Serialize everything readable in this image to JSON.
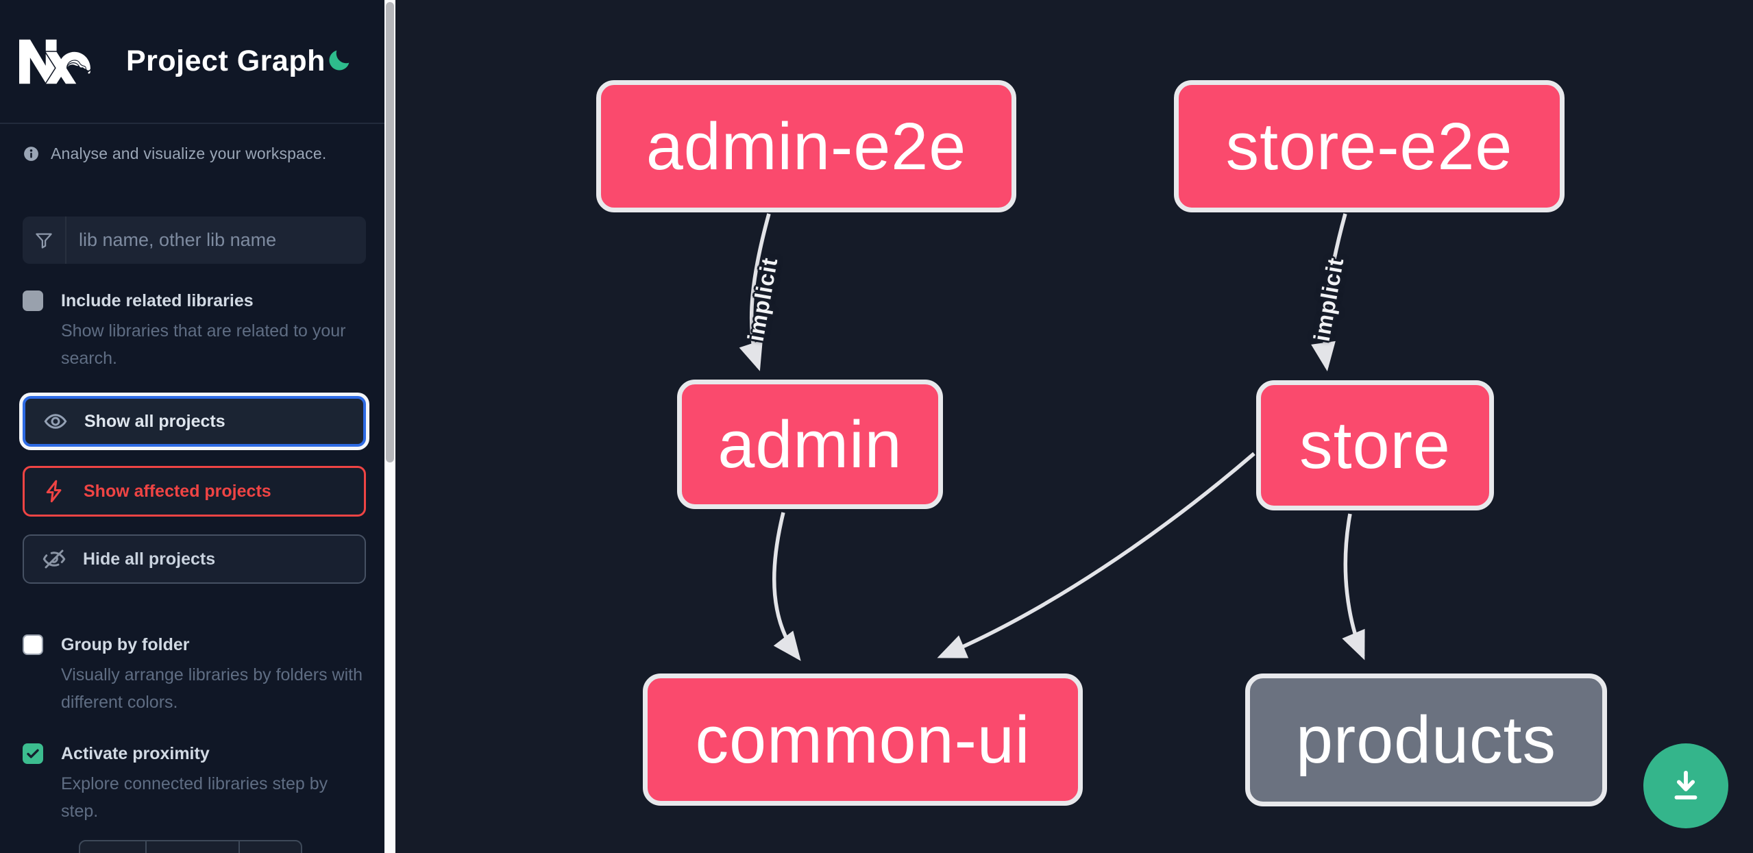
{
  "header": {
    "app_title": "Project Graph"
  },
  "sidebar": {
    "info_text": "Analyse and visualize your workspace.",
    "search_placeholder": "lib name, other lib name",
    "include_related": {
      "label": "Include related libraries",
      "description": "Show libraries that are related to your search.",
      "checked": false
    },
    "actions": {
      "show_all": "Show all projects",
      "show_affected": "Show affected projects",
      "hide_all": "Hide all projects"
    },
    "group_by_folder": {
      "label": "Group by folder",
      "description": "Visually arrange libraries by folders with different colors.",
      "checked": false
    },
    "activate_proximity": {
      "label": "Activate proximity",
      "description": "Explore connected libraries step by step.",
      "checked": true
    }
  },
  "graph": {
    "nodes": [
      {
        "id": "admin-e2e",
        "label": "admin-e2e",
        "status": "affected"
      },
      {
        "id": "store-e2e",
        "label": "store-e2e",
        "status": "affected"
      },
      {
        "id": "admin",
        "label": "admin",
        "status": "affected"
      },
      {
        "id": "store",
        "label": "store",
        "status": "affected"
      },
      {
        "id": "common-ui",
        "label": "common-ui",
        "status": "affected"
      },
      {
        "id": "products",
        "label": "products",
        "status": "unaffected"
      }
    ],
    "edges": [
      {
        "source": "admin-e2e",
        "target": "admin",
        "type": "implicit",
        "label": "implicit"
      },
      {
        "source": "store-e2e",
        "target": "store",
        "type": "implicit",
        "label": "implicit"
      },
      {
        "source": "admin",
        "target": "common-ui",
        "type": "static",
        "label": ""
      },
      {
        "source": "store",
        "target": "common-ui",
        "type": "static",
        "label": ""
      },
      {
        "source": "store",
        "target": "products",
        "type": "static",
        "label": ""
      }
    ]
  },
  "fab": {
    "action": "download"
  },
  "colors": {
    "affected_node": "#fa4a6d",
    "unaffected_node": "#6b7280",
    "accent_green": "#34b58b",
    "focus_blue": "#2e6be4",
    "danger_red": "#ef4444",
    "sidebar_bg": "#101726",
    "canvas_bg": "#151b28"
  }
}
